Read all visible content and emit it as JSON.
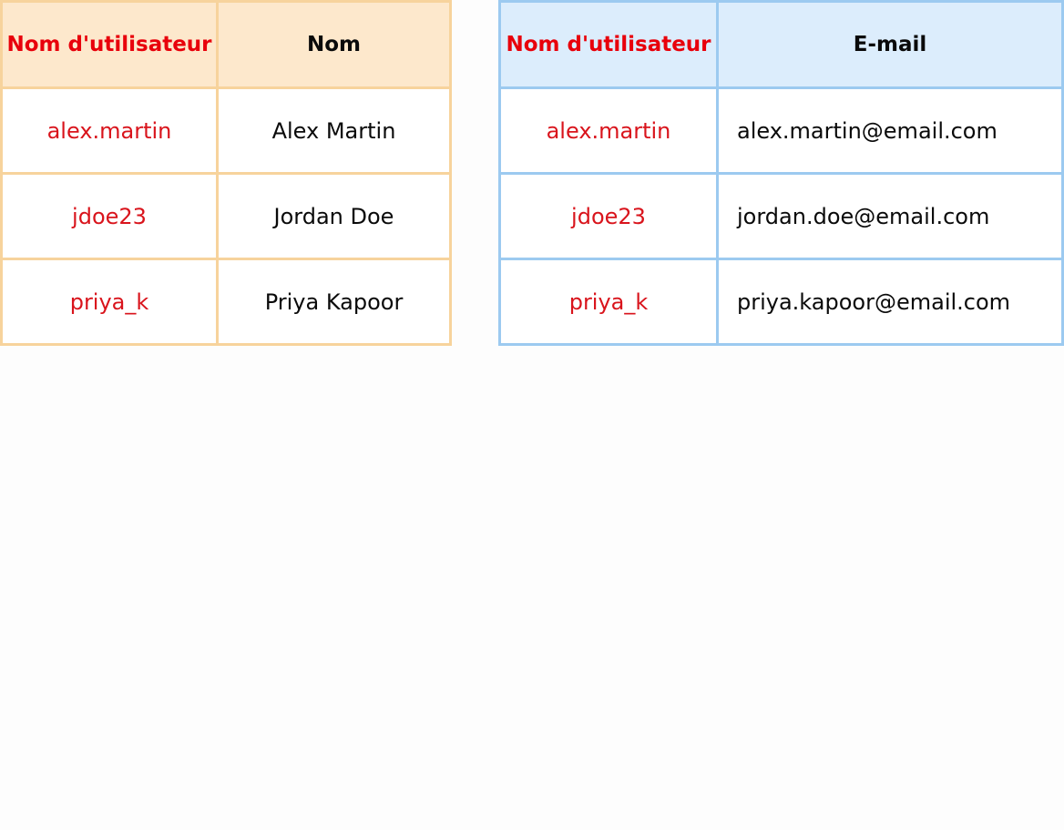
{
  "users_table": {
    "columns": [
      "Nom d'utilisateur",
      "Nom"
    ],
    "header_colors": {
      "background": "#fde8cc",
      "border": "#f7d39c"
    },
    "rows": [
      {
        "username": "alex.martin",
        "name": "Alex Martin"
      },
      {
        "username": "jdoe23",
        "name": "Jordan Doe"
      },
      {
        "username": "priya_k",
        "name": "Priya Kapoor"
      }
    ]
  },
  "emails_table": {
    "columns": [
      "Nom d'utilisateur",
      "E-mail"
    ],
    "header_colors": {
      "background": "#dcedfc",
      "border": "#9ccaf0"
    },
    "rows": [
      {
        "username": "alex.martin",
        "email": "alex.martin@email.com"
      },
      {
        "username": "jdoe23",
        "email": "jordan.doe@email.com"
      },
      {
        "username": "priya_k",
        "email": "priya.kapoor@email.com"
      }
    ]
  },
  "colors": {
    "key_column_text": "#e0121a",
    "body_text": "#0a0a0a"
  }
}
